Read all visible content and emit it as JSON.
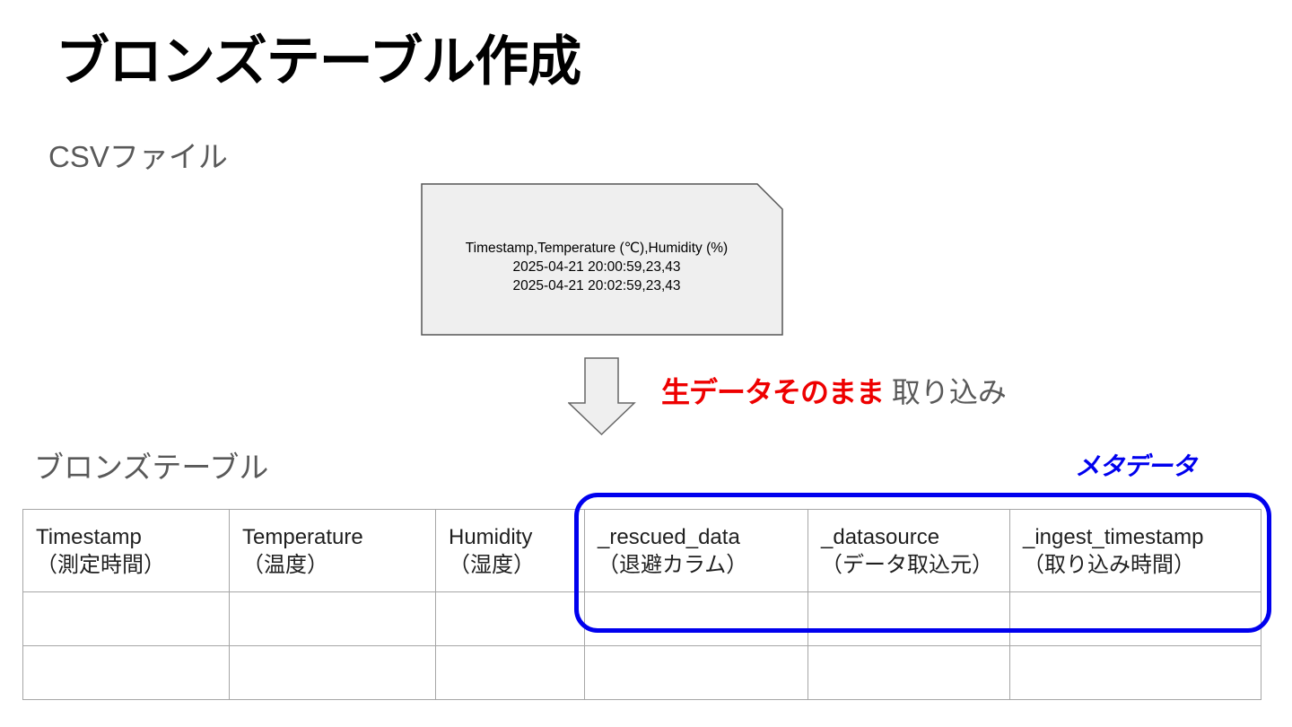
{
  "title": "ブロンズテーブル作成",
  "csv_section": {
    "label": "CSVファイル",
    "lines": [
      "Timestamp,Temperature (℃),Humidity (%)",
      "2025-04-21 20:00:59,23,43",
      "2025-04-21 20:02:59,23,43"
    ]
  },
  "ingest": {
    "emphasis": "生データそのまま",
    "text": " 取り込み"
  },
  "bronze": {
    "label": "ブロンズテーブル",
    "metadata_label": "メタデータ",
    "columns": [
      {
        "name": "Timestamp",
        "desc": "（測定時間）"
      },
      {
        "name": "Temperature",
        "desc": "（温度）"
      },
      {
        "name": "Humidity",
        "desc": "（湿度）"
      },
      {
        "name": "_rescued_data",
        "desc": "（退避カラム）"
      },
      {
        "name": "_datasource",
        "desc": "（データ取込元）"
      },
      {
        "name": "_ingest_timestamp",
        "desc": "（取り込み時間）"
      }
    ],
    "empty_rows": 2
  },
  "colors": {
    "raw_emphasis": "#ee0000",
    "metadata": "#0000ee",
    "doc_fill": "#efefef",
    "grid": "#a6a6a6"
  }
}
